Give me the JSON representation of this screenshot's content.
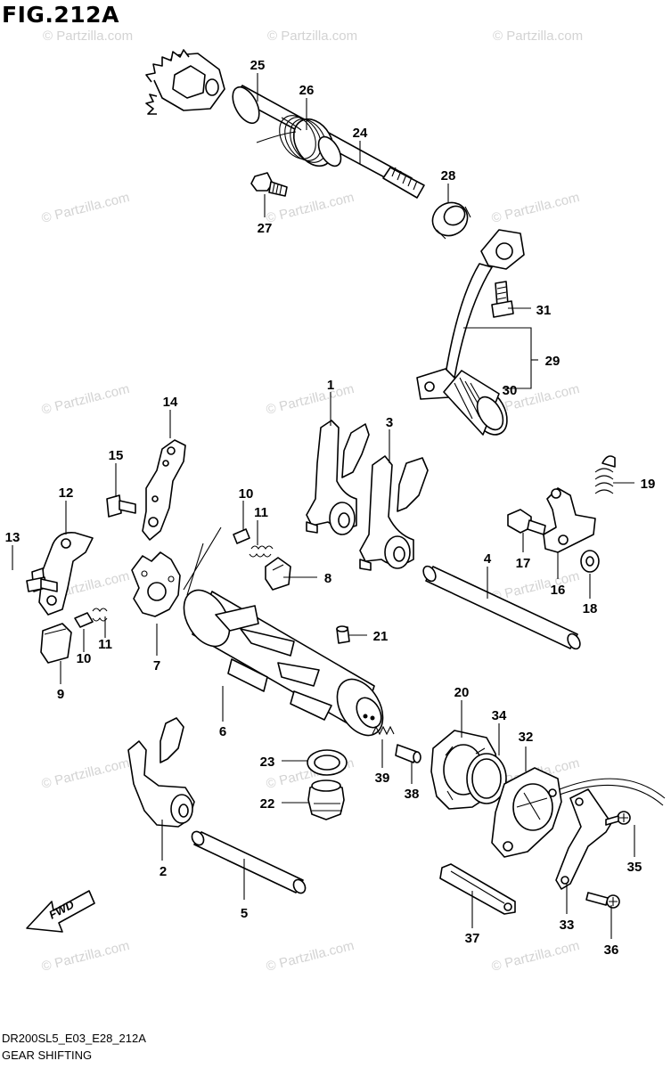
{
  "figure": {
    "title": "FIG.212A",
    "code": "DR200SL5_E03_E28_212A",
    "caption": "GEAR SHIFTING",
    "fwd_label": "FWD",
    "watermark": "© Partzilla.com"
  },
  "callouts": [
    "1",
    "2",
    "3",
    "4",
    "5",
    "6",
    "7",
    "8",
    "9",
    "10",
    "11",
    "12",
    "13",
    "14",
    "15",
    "16",
    "17",
    "18",
    "19",
    "20",
    "21",
    "22",
    "23",
    "24",
    "25",
    "26",
    "27",
    "28",
    "29",
    "30",
    "31",
    "32",
    "33",
    "34",
    "35",
    "36",
    "37",
    "38",
    "39"
  ],
  "callouts_repeat": [
    "10",
    "11"
  ]
}
